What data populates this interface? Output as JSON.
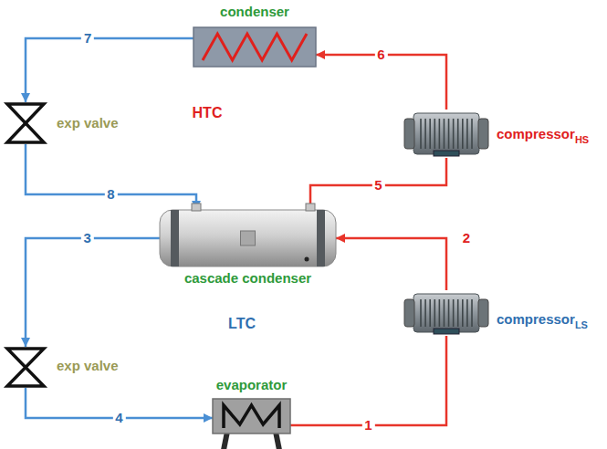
{
  "diagram": {
    "nodes": [
      {
        "text": [
          "condenser"
        ]
      },
      {
        "text": [
          "exp valve"
        ]
      },
      {
        "text": [
          "compressor",
          "HS"
        ]
      },
      {
        "text": [
          "cascade condenser"
        ]
      },
      {
        "text": [
          "exp valve"
        ]
      },
      {
        "text": [
          "compressor",
          "LS"
        ]
      },
      {
        "text": [
          "evaporator"
        ]
      }
    ],
    "edges": [
      {
        "from": 6,
        "to": 5,
        "arrow": "none",
        "label": "1"
      },
      {
        "from": 5,
        "to": 3,
        "arrow": "to",
        "label": "2"
      },
      {
        "from": 3,
        "to": 4,
        "arrow": "to",
        "label": "3"
      },
      {
        "from": 4,
        "to": 6,
        "arrow": "to",
        "label": "4"
      },
      {
        "from": 3,
        "to": 2,
        "arrow": "none",
        "label": "5"
      },
      {
        "from": 2,
        "to": 0,
        "arrow": "to",
        "label": "6"
      },
      {
        "from": 0,
        "to": 1,
        "arrow": "to",
        "label": "7"
      },
      {
        "from": 1,
        "to": 3,
        "arrow": "to",
        "label": "8"
      }
    ],
    "labels": [
      "HTC",
      "LTC"
    ]
  }
}
